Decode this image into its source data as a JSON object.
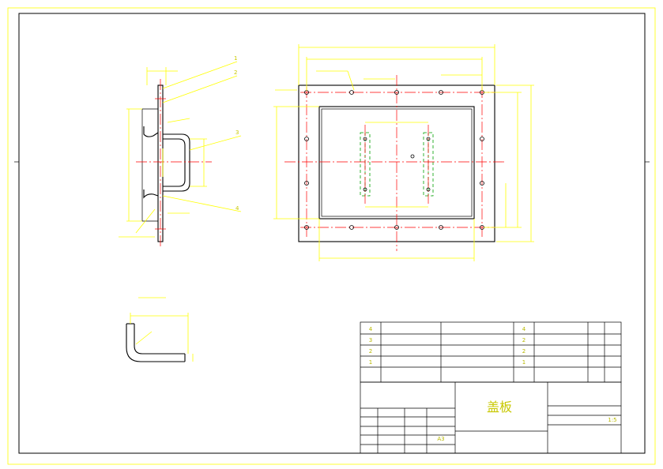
{
  "callouts": [
    "1",
    "2",
    "3",
    "4"
  ],
  "detail_title": "",
  "title_block": {
    "drawing_name": "盖板",
    "material": "",
    "drawing_number": "",
    "bom_rows": [
      {
        "no": "4",
        "name": "",
        "qty": "4",
        "material": ""
      },
      {
        "no": "3",
        "name": "",
        "qty": "2",
        "material": ""
      },
      {
        "no": "2",
        "name": "",
        "qty": "2",
        "material": ""
      },
      {
        "no": "1",
        "name": "",
        "qty": "1",
        "material": ""
      }
    ],
    "scale": "1:5",
    "sheet_size": "A3"
  },
  "colors": {
    "dimension": "#ffff00",
    "centerline": "#ff0000",
    "hidden": "#00a000",
    "outline": "#000000"
  }
}
